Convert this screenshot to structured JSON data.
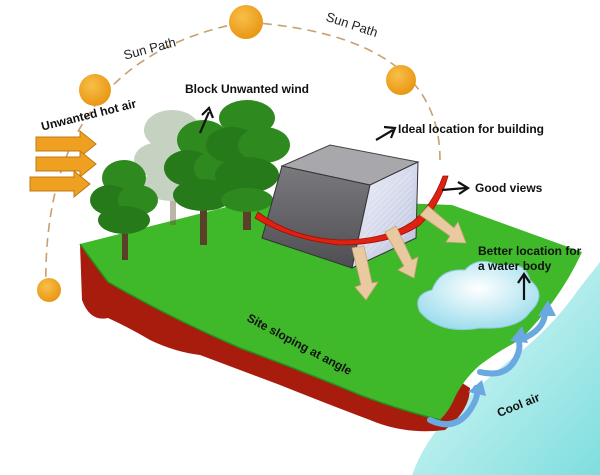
{
  "labels": {
    "sun_path_left": "Sun Path",
    "sun_path_right": "Sun Path",
    "block_wind": "Block Unwanted wind",
    "ideal_location": "Ideal location for building",
    "good_views": "Good views",
    "unwanted_hot_air": "Unwanted hot air",
    "water_body_line1": "Better location for",
    "water_body_line2": "a water body",
    "site_sloping": "Site sloping at angle",
    "cool_air": "Cool air"
  },
  "colors": {
    "sun": "#f0a020",
    "sun_path": "#c8a070",
    "grass": "#3fb82a",
    "soil": "#a81c0e",
    "building_top": "#a8a8ac",
    "building_side": "#6e6e72",
    "building_glass": "#d8dcf0",
    "red_band": "#e02010",
    "hot_air_arrow": "#f0a020",
    "view_arrow": "#e8c9a0",
    "water": "#bfe8f2",
    "sea": "#9ae6e6",
    "tree": "#2e8a1f"
  }
}
